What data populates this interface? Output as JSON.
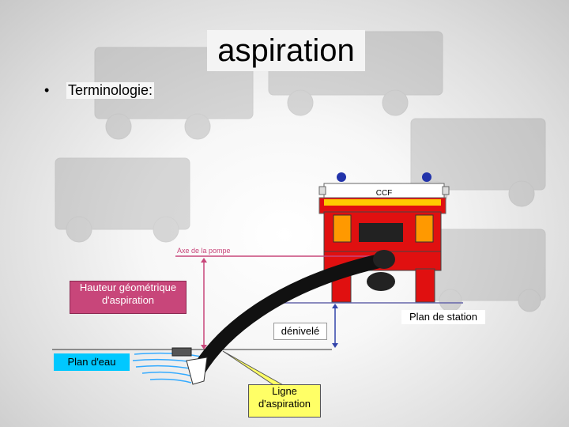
{
  "slide": {
    "title": "aspiration",
    "bullet": "•",
    "bullet_text": "Terminologie:"
  },
  "diagram": {
    "axe_label": "Axe de la pompe",
    "hauteur_label": "Hauteur géométrique d'aspiration",
    "plan_station_label": "Plan de station",
    "denivele_label": "dénivelé",
    "plan_eau_label": "Plan d'eau",
    "ligne_label": "Ligne d'aspiration",
    "truck_sign": "CCF"
  },
  "colors": {
    "accent_magenta": "#c8467a",
    "water_blue": "#00c8ff",
    "callout_yellow": "#ffff66",
    "truck_red": "#e01010",
    "station_line": "#6666aa"
  }
}
